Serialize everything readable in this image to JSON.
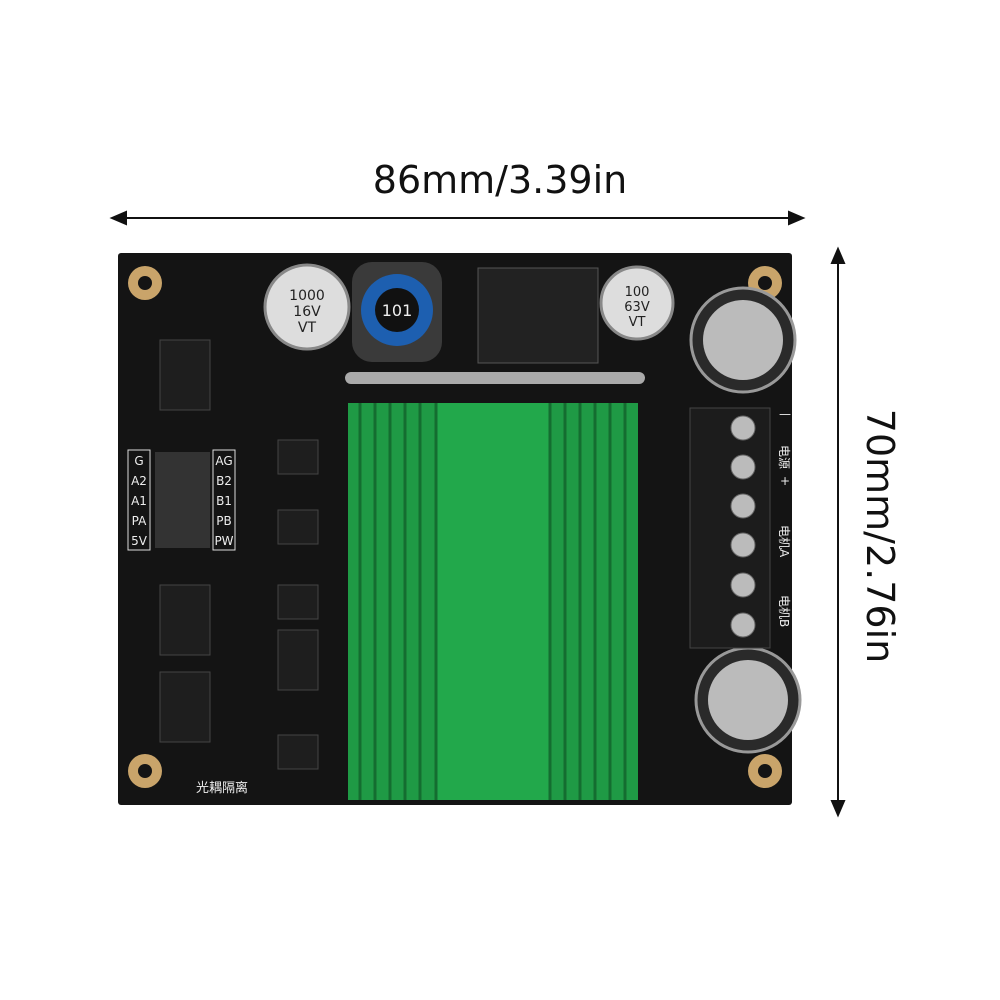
{
  "dimensions": {
    "width_label": "86mm/3.39in",
    "height_label": "70mm/2.76in"
  },
  "board": {
    "header_left_labels": [
      "G",
      "A2",
      "A1",
      "PA",
      "5V"
    ],
    "header_right_labels": [
      "AG",
      "B2",
      "B1",
      "PB",
      "PW"
    ],
    "terminal_labels": [
      "电源",
      "电机A",
      "电机B"
    ],
    "terminal_polarity": [
      "—",
      "+"
    ],
    "bottom_label": "光耦隔离",
    "capacitor_left": [
      "1000",
      "16V",
      "VT"
    ],
    "capacitor_right": [
      "100",
      "63V",
      "VT"
    ],
    "inductor_label": "101",
    "colors": {
      "pcb": "#141414",
      "heatsink": "#1f9a45",
      "pad": "#c9a46a"
    }
  }
}
